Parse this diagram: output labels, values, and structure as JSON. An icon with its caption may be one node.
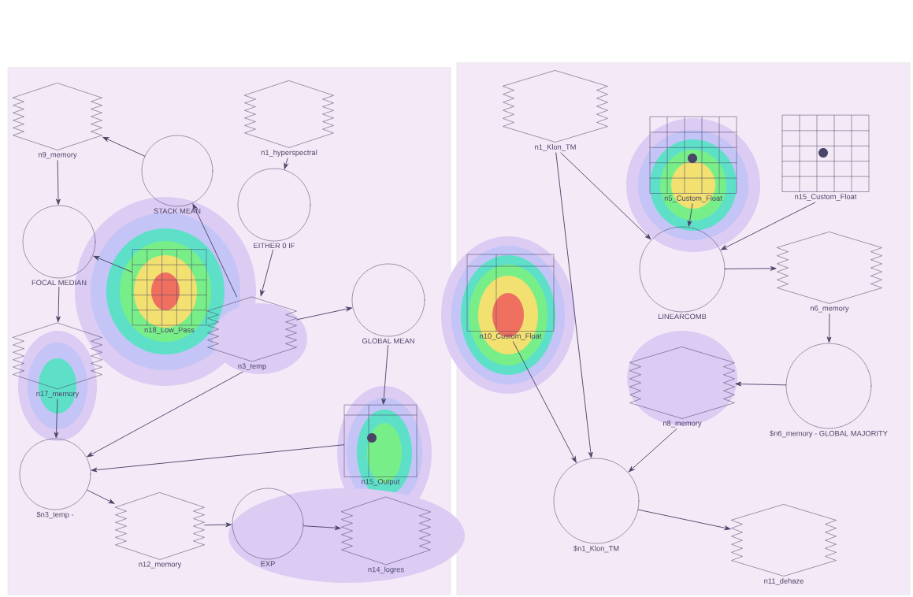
{
  "diagram": {
    "nodes": [
      {
        "text": [
          "n9_memory"
        ]
      },
      {
        "text": [
          "n1_hyperspectral"
        ]
      },
      {
        "text": [
          "STACK MEAN"
        ]
      },
      {
        "text": [
          "EITHER 0 IF"
        ]
      },
      {
        "text": [
          "FOCAL MEDIAN"
        ]
      },
      {
        "text": [
          "n18_Low_Pass"
        ]
      },
      {
        "text": [
          "n3_temp"
        ]
      },
      {
        "text": [
          "GLOBAL MEAN"
        ]
      },
      {
        "text": [
          "n17_memory"
        ]
      },
      {
        "text": [
          "n15_Output"
        ]
      },
      {
        "text": [
          "$n3_temp -"
        ]
      },
      {
        "text": [
          "n12_memory"
        ]
      },
      {
        "text": [
          "EXP"
        ]
      },
      {
        "text": [
          "n14_logres"
        ]
      },
      {
        "text": [
          "n1_Klon_TM"
        ]
      },
      {
        "text": [
          "n5_Custom_Float"
        ]
      },
      {
        "text": [
          "n15_Custom_Float"
        ]
      },
      {
        "text": [
          "n10_Custom_Float"
        ]
      },
      {
        "text": [
          "LINEARCOMB"
        ]
      },
      {
        "text": [
          "n6_memory"
        ]
      },
      {
        "text": [
          "n8_memory"
        ]
      },
      {
        "text": [
          "$n6_memory - GLOBAL MAJORITY"
        ]
      },
      {
        "text": [
          "$n1_Klon_TM"
        ]
      },
      {
        "text": [
          "n11_dehaze"
        ]
      }
    ],
    "edges": [
      {
        "from": 2,
        "to": 0,
        "arrow": "to"
      },
      {
        "from": 0,
        "to": 4,
        "arrow": "to"
      },
      {
        "from": 5,
        "to": 4,
        "arrow": "to"
      },
      {
        "from": 6,
        "to": 2,
        "arrow": "to"
      },
      {
        "from": 1,
        "to": 3,
        "arrow": "to"
      },
      {
        "from": 3,
        "to": 6,
        "arrow": "to"
      },
      {
        "from": 6,
        "to": 7,
        "arrow": "to"
      },
      {
        "from": 4,
        "to": 8,
        "arrow": "to"
      },
      {
        "from": 7,
        "to": 9,
        "arrow": "to"
      },
      {
        "from": 8,
        "to": 10,
        "arrow": "to"
      },
      {
        "from": 6,
        "to": 10,
        "arrow": "to"
      },
      {
        "from": 9,
        "to": 10,
        "arrow": "to"
      },
      {
        "from": 10,
        "to": 11,
        "arrow": "to"
      },
      {
        "from": 11,
        "to": 12,
        "arrow": "to"
      },
      {
        "from": 12,
        "to": 13,
        "arrow": "to"
      },
      {
        "from": 14,
        "to": 18,
        "arrow": "to"
      },
      {
        "from": 15,
        "to": 18,
        "arrow": "to"
      },
      {
        "from": 16,
        "to": 18,
        "arrow": "to"
      },
      {
        "from": 18,
        "to": 19,
        "arrow": "to"
      },
      {
        "from": 19,
        "to": 21,
        "arrow": "to"
      },
      {
        "from": 21,
        "to": 20,
        "arrow": "to"
      },
      {
        "from": 14,
        "to": 22,
        "arrow": "to"
      },
      {
        "from": 17,
        "to": 22,
        "arrow": "to"
      },
      {
        "from": 20,
        "to": 22,
        "arrow": "to"
      },
      {
        "from": 22,
        "to": 23,
        "arrow": "to"
      }
    ]
  }
}
